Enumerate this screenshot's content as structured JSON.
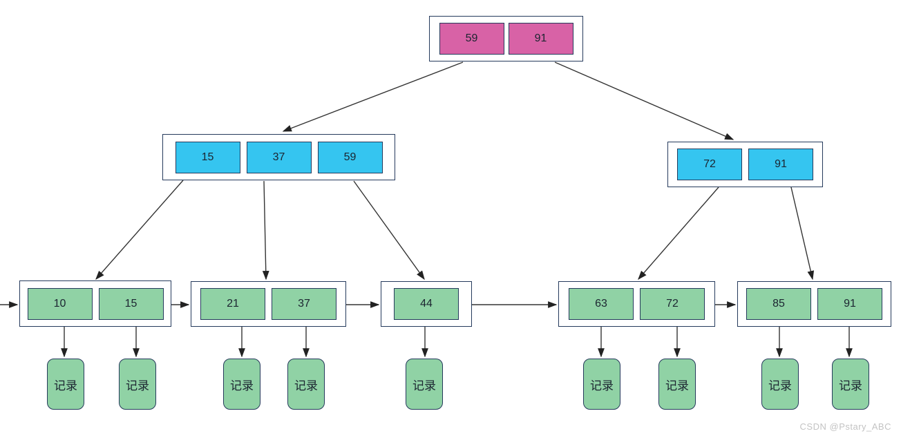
{
  "diagram": {
    "type": "b-plus-tree",
    "root": {
      "keys": [
        "59",
        "91"
      ]
    },
    "internal_nodes": [
      {
        "keys": [
          "15",
          "37",
          "59"
        ]
      },
      {
        "keys": [
          "72",
          "91"
        ]
      }
    ],
    "leaf_nodes": [
      {
        "keys": [
          "10",
          "15"
        ]
      },
      {
        "keys": [
          "21",
          "37"
        ]
      },
      {
        "keys": [
          "44"
        ]
      },
      {
        "keys": [
          "63",
          "72"
        ]
      },
      {
        "keys": [
          "85",
          "91"
        ]
      }
    ],
    "record_label": "记录",
    "colors": {
      "root_key_fill": "#d862a6",
      "internal_key_fill": "#35c5f0",
      "leaf_key_fill": "#90d2a5",
      "record_fill": "#90d2a5",
      "node_border": "#24395b",
      "arrow": "#333333"
    }
  },
  "watermark": "CSDN @Pstary_ABC"
}
